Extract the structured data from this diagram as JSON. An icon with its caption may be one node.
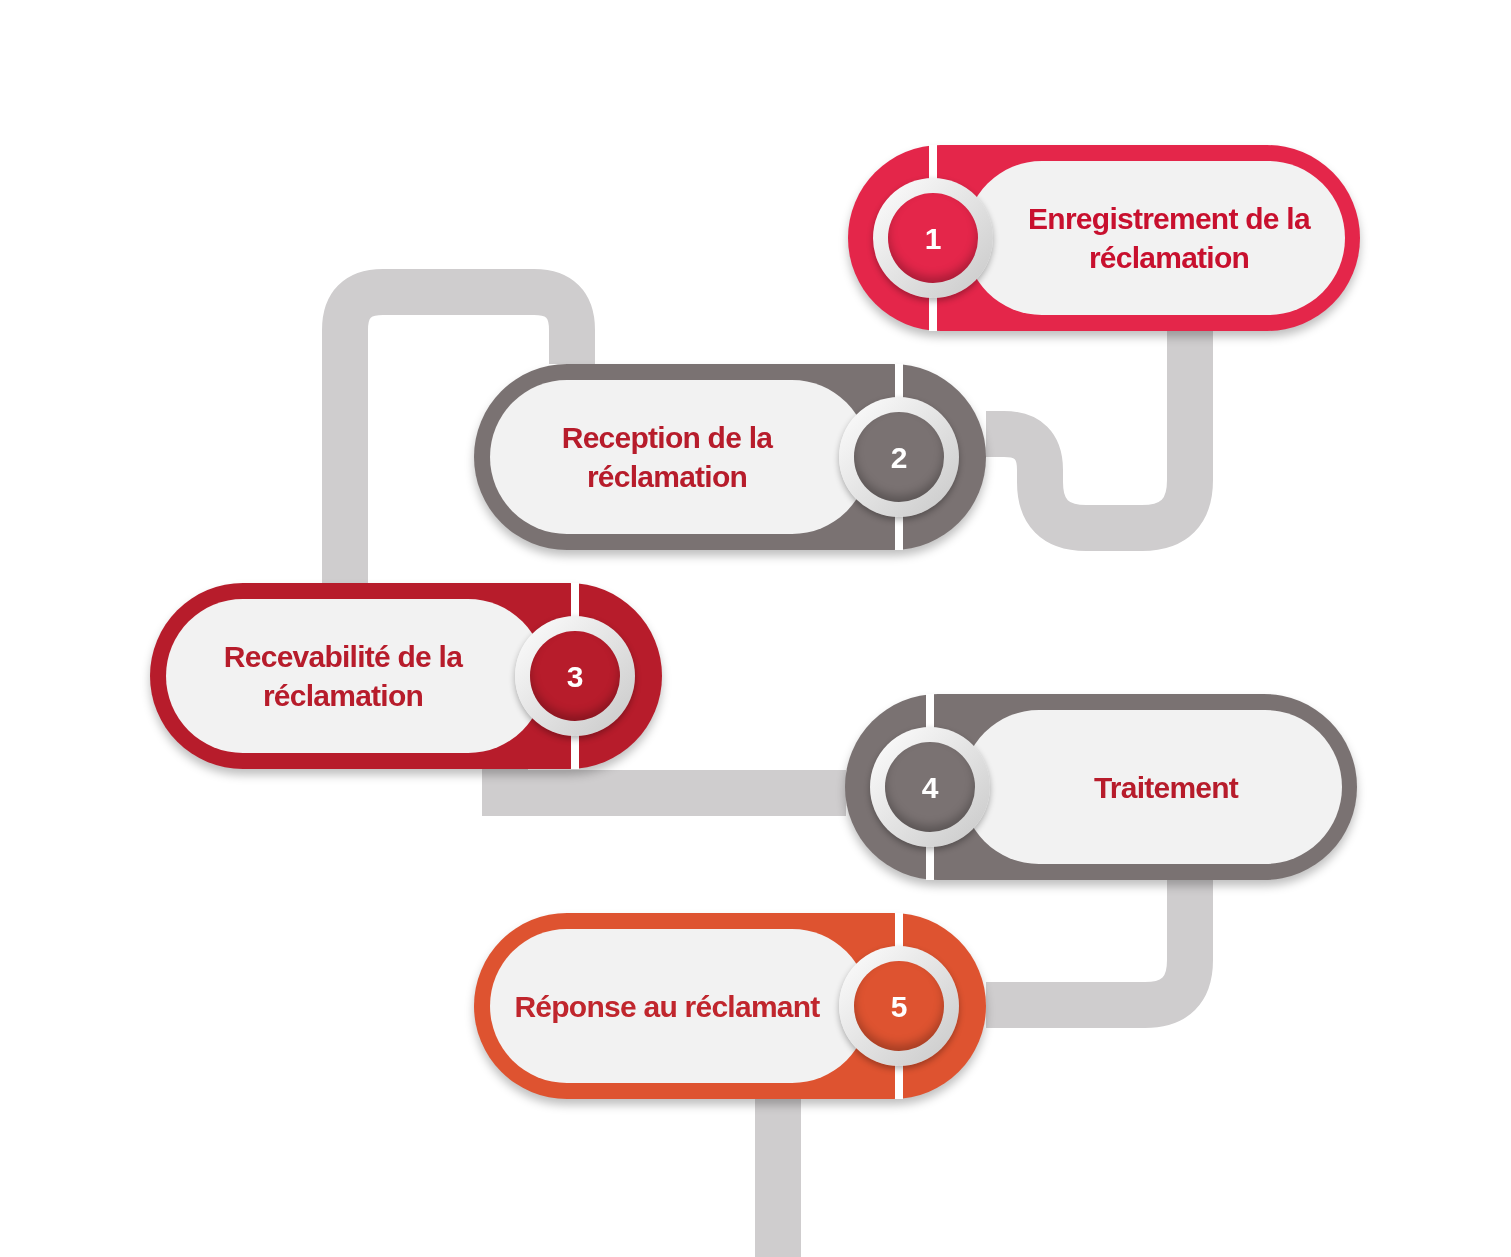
{
  "diagram": {
    "nodes": [
      {
        "text": [
          "1",
          "Enregistrement de la réclamation"
        ]
      },
      {
        "text": [
          "Reception de la réclamation",
          "2"
        ]
      },
      {
        "text": [
          "Recevabilité de la réclamation",
          "3"
        ]
      },
      {
        "text": [
          "4",
          "Traitement"
        ]
      },
      {
        "text": [
          "Réponse au réclamant",
          "5"
        ]
      }
    ],
    "edges": [
      {
        "from": 0,
        "to": 1,
        "arrow": "none"
      },
      {
        "from": 1,
        "to": 2,
        "arrow": "none"
      },
      {
        "from": 2,
        "to": 3,
        "arrow": "none"
      },
      {
        "from": 3,
        "to": 4,
        "arrow": "none"
      },
      {
        "from": 4,
        "to": null,
        "arrow": "none"
      }
    ]
  }
}
